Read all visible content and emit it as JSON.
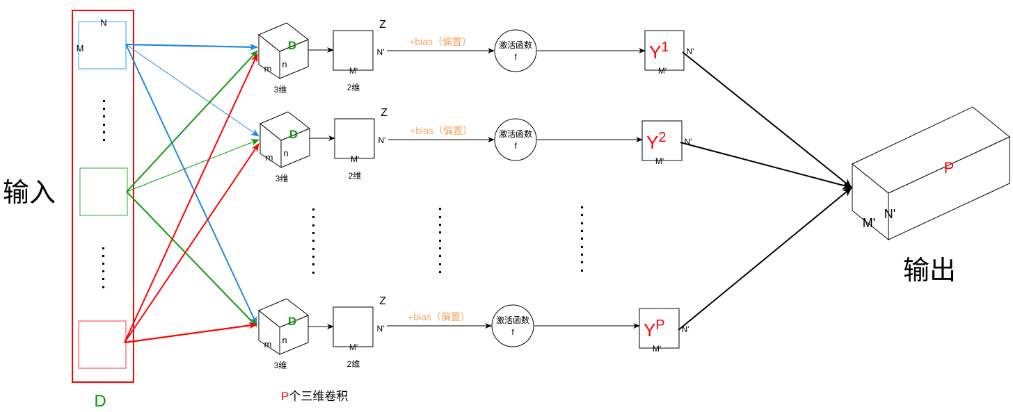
{
  "input_label": "输入",
  "output_label": "输出",
  "input_stack": {
    "depth_label": "D",
    "first_map_height_label": "M",
    "first_map_width_label": "N",
    "border_color": "#ff0000",
    "depth_color": "#009900",
    "maps": [
      {
        "name": "input-map-1",
        "color": "#3399ff"
      },
      {
        "name": "input-map-2",
        "color": "#33aa33"
      },
      {
        "name": "input-map-D",
        "color": "#ff3333"
      }
    ]
  },
  "kernel_caption_prefix": "P",
  "kernel_caption_suffix": "个三维卷积",
  "rows": [
    {
      "kernel_depth_label": "D",
      "kernel_m_label": "m",
      "kernel_n_label": "n",
      "kernel_caption": "3维",
      "z_label": "Z",
      "z_n_label": "N'",
      "z_m_label": "M'",
      "z_caption": "2维",
      "bias_label": "+bias（偏置）",
      "activation_line1": "激活函数",
      "activation_line2": "f",
      "y_base": "Y",
      "y_sup": "1",
      "y_n_label": "N'",
      "y_m_label": "M'"
    },
    {
      "kernel_depth_label": "D",
      "kernel_m_label": "m",
      "kernel_n_label": "n",
      "kernel_caption": "3维",
      "z_label": "Z",
      "z_n_label": "N'",
      "z_m_label": "M'",
      "z_caption": "2维",
      "bias_label": "+bias（偏置）",
      "activation_line1": "激活函数",
      "activation_line2": "f",
      "y_base": "Y",
      "y_sup": "2",
      "y_n_label": "N'",
      "y_m_label": "M'"
    },
    {
      "kernel_depth_label": "D",
      "kernel_m_label": "m",
      "kernel_n_label": "n",
      "kernel_caption": "3维",
      "z_label": "Z",
      "z_n_label": "N'",
      "z_m_label": "M'",
      "z_caption": "2维",
      "bias_label": "+bias（偏置）",
      "activation_line1": "激活函数",
      "activation_line2": "f",
      "y_base": "Y",
      "y_sup": "P",
      "y_n_label": "N'",
      "y_m_label": "M'"
    }
  ],
  "output_box": {
    "depth_label": "P",
    "n_label": "N'",
    "m_label": "M'"
  },
  "colors": {
    "blue": "#1e88e5",
    "green": "#119911",
    "red": "#ff0000",
    "bias": "#f4a460",
    "y_label": "#ff0000",
    "line": "#000000"
  }
}
